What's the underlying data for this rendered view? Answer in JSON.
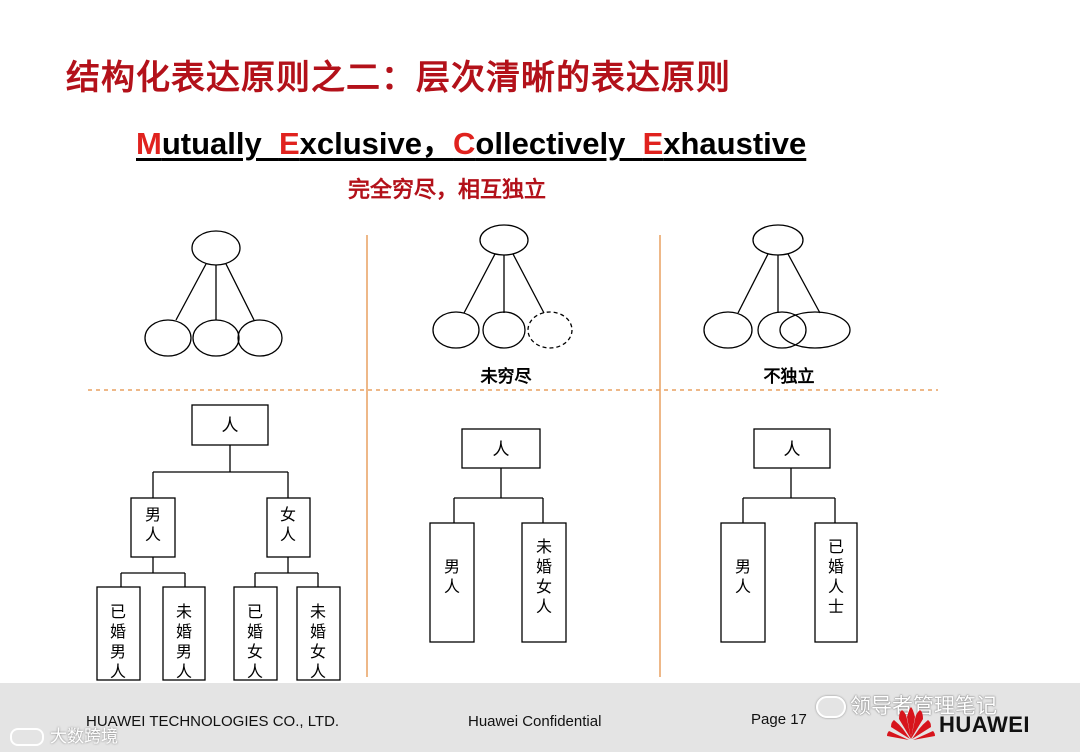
{
  "slide": {
    "title": "结构化表达原则之二：层次清晰的表达原则",
    "mece": {
      "m": "M",
      "m_rest": "utually  ",
      "e1": "E",
      "e1_rest": "xclusive，",
      "c": "C",
      "c_rest": "ollectively  ",
      "e2": "E",
      "e2_rest": "xhaustive"
    },
    "subtitle": "完全穷尽，相互独立",
    "col2_label": "未穷尽",
    "col3_label": "不独立",
    "tree1": {
      "root": "人",
      "male": "男人",
      "female": "女人",
      "leaves": [
        "已婚男人",
        "未婚男人",
        "已婚女人",
        "未婚女人"
      ]
    },
    "tree2": {
      "root": "人",
      "left": "男人",
      "right": "未婚女人"
    },
    "tree3": {
      "root": "人",
      "left": "男人",
      "right": "已婚人士"
    }
  },
  "footer": {
    "company": "HUAWEI TECHNOLOGIES CO., LTD.",
    "confidential": "Huawei Confidential",
    "page": "Page 17",
    "wechat_account": "领导者管理笔记",
    "brand": "HUAWEI",
    "watermark": "大数跨境"
  },
  "colors": {
    "title": "#b3111a",
    "accent": "#e0221e",
    "divider": "#e8a060"
  }
}
